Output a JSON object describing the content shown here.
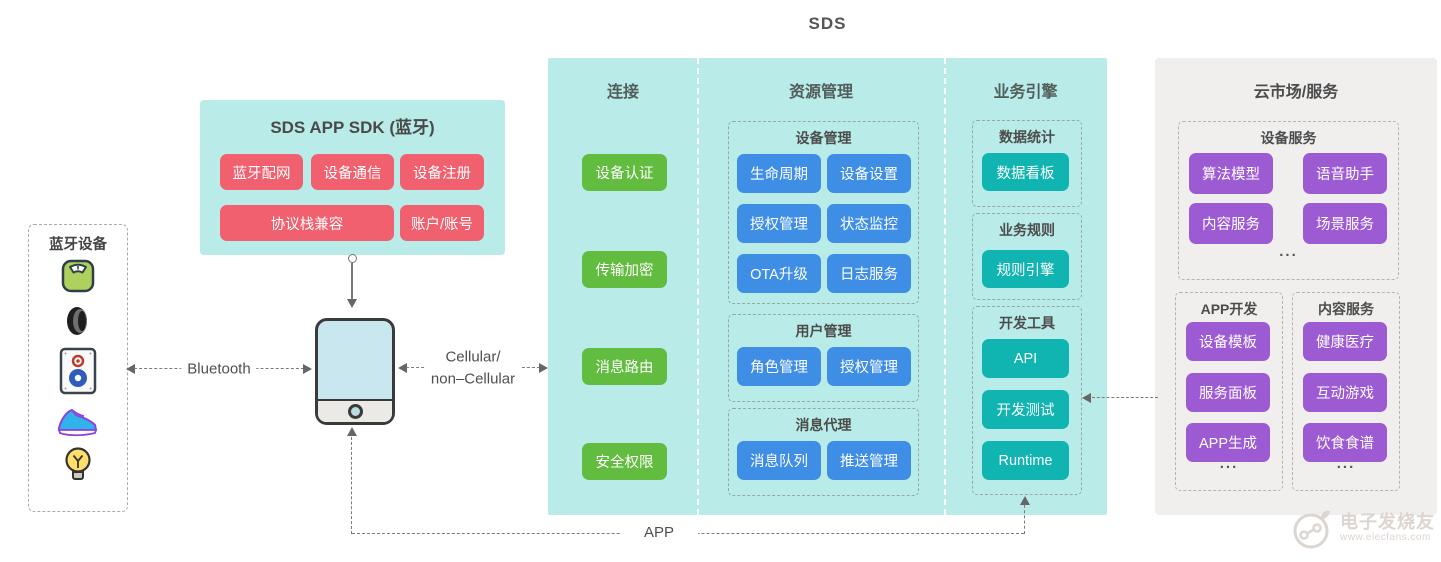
{
  "title": "SDS",
  "colors": {
    "panel_cyan": "#b9ece9",
    "panel_gray": "#f0efee",
    "green": "#62bc3f",
    "blue": "#3e8ee5",
    "teal": "#10b5b2",
    "pink": "#f0606e",
    "purple": "#9d5bd3"
  },
  "bluetooth_box": {
    "title": "蓝牙设备",
    "icons": [
      "scale",
      "wristband",
      "speaker",
      "sneaker",
      "light-bulb"
    ]
  },
  "sdk": {
    "title": "SDS APP SDK (蓝牙)",
    "buttons": [
      "蓝牙配网",
      "设备通信",
      "设备注册",
      "协议栈兼容",
      "账户/账号"
    ]
  },
  "connections": {
    "bluetooth": "Bluetooth",
    "cellular_line1": "Cellular/",
    "cellular_line2": "non–Cellular",
    "app": "APP"
  },
  "sds": {
    "connect": {
      "header": "连接",
      "buttons": [
        "设备认证",
        "传输加密",
        "消息路由",
        "安全权限"
      ]
    },
    "resource": {
      "header": "资源管理",
      "groups": [
        {
          "title": "设备管理",
          "buttons": [
            "生命周期",
            "设备设置",
            "授权管理",
            "状态监控",
            "OTA升级",
            "日志服务"
          ]
        },
        {
          "title": "用户管理",
          "buttons": [
            "角色管理",
            "授权管理"
          ]
        },
        {
          "title": "消息代理",
          "buttons": [
            "消息队列",
            "推送管理"
          ]
        }
      ]
    },
    "engine": {
      "header": "业务引擎",
      "groups": [
        {
          "title": "数据统计",
          "buttons": [
            "数据看板"
          ]
        },
        {
          "title": "业务规则",
          "buttons": [
            "规则引擎"
          ]
        },
        {
          "title": "开发工具",
          "buttons": [
            "API",
            "开发测试",
            "Runtime"
          ]
        }
      ]
    }
  },
  "cloud": {
    "title": "云市场/服务",
    "device_services": {
      "title": "设备服务",
      "buttons": [
        "算法模型",
        "语音助手",
        "内容服务",
        "场景服务"
      ],
      "ellipsis": "..."
    },
    "app_dev": {
      "title": "APP开发",
      "buttons": [
        "设备模板",
        "服务面板",
        "APP生成"
      ],
      "ellipsis": "..."
    },
    "content_services": {
      "title": "内容服务",
      "buttons": [
        "健康医疗",
        "互动游戏",
        "饮食食谱"
      ],
      "ellipsis": "..."
    }
  },
  "watermark": {
    "name": "电子发烧友",
    "site": "www.elecfans.com"
  }
}
